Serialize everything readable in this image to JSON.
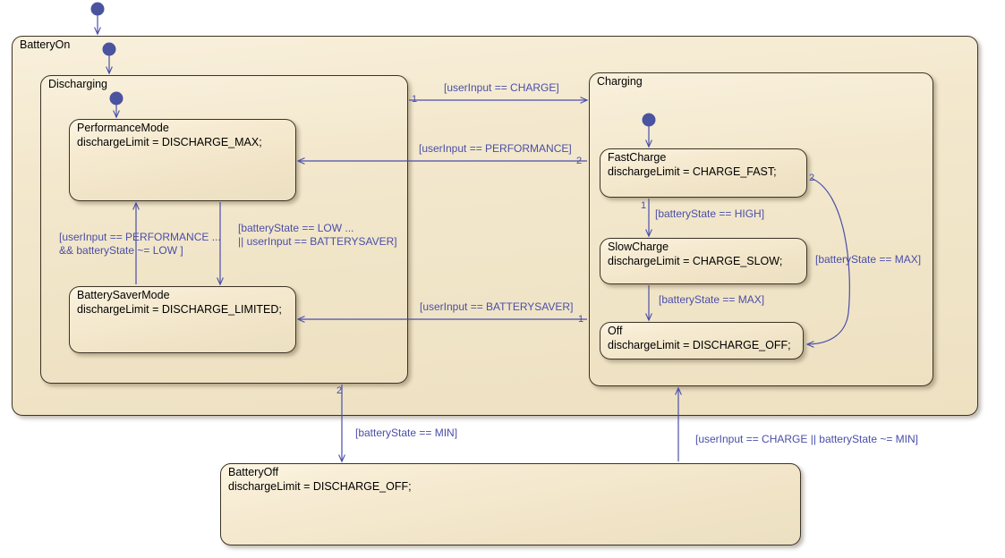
{
  "diagram": {
    "type": "stateflow-chart",
    "colors": {
      "state_fill": "#f4e9cf",
      "state_border": "#3b3326",
      "transition": "#4a4ea8",
      "label_text": "#4a4ea8",
      "state_text": "#000000",
      "background": "#ffffff"
    }
  },
  "states": {
    "battery_on": {
      "name": "BatteryOn",
      "body": ""
    },
    "discharging": {
      "name": "Discharging",
      "body": ""
    },
    "charging": {
      "name": "Charging",
      "body": ""
    },
    "performance_mode": {
      "name": "PerformanceMode",
      "body": "dischargeLimit = DISCHARGE_MAX;"
    },
    "battery_saver_mode": {
      "name": "BatterySaverMode",
      "body": "dischargeLimit = DISCHARGE_LIMITED;"
    },
    "fast_charge": {
      "name": "FastCharge",
      "body": "dischargeLimit = CHARGE_FAST;"
    },
    "slow_charge": {
      "name": "SlowCharge",
      "body": "dischargeLimit = CHARGE_SLOW;"
    },
    "off": {
      "name": "Off",
      "body": "dischargeLimit = DISCHARGE_OFF;"
    },
    "battery_off": {
      "name": "BatteryOff",
      "body": "dischargeLimit = DISCHARGE_OFF;"
    }
  },
  "transitions": {
    "discharging_to_charging": {
      "label": "[userInput == CHARGE]",
      "order": "1"
    },
    "charging_to_performance": {
      "label": "[userInput == PERFORMANCE]",
      "order": "2"
    },
    "performance_to_saver": {
      "label_line1": "[batteryState == LOW ...",
      "label_line2": "|| userInput == BATTERYSAVER]",
      "order": ""
    },
    "saver_to_performance": {
      "label_line1": "[userInput == PERFORMANCE ...",
      "label_line2": "&& batteryState  ~= LOW  ]",
      "order": ""
    },
    "charging_to_saver": {
      "label": "[userInput == BATTERYSAVER]",
      "order": "1"
    },
    "fast_to_slow": {
      "label": "[batteryState == HIGH]",
      "order": "1"
    },
    "slow_to_off": {
      "label": "[batteryState == MAX]",
      "order": ""
    },
    "fast_to_off": {
      "label": "[batteryState == MAX]",
      "order": "2"
    },
    "discharging_to_batteryoff": {
      "label": "[batteryState == MIN]",
      "order": "2"
    },
    "batteryoff_to_charging": {
      "label": "[userInput == CHARGE || batteryState ~= MIN]",
      "order": ""
    }
  }
}
